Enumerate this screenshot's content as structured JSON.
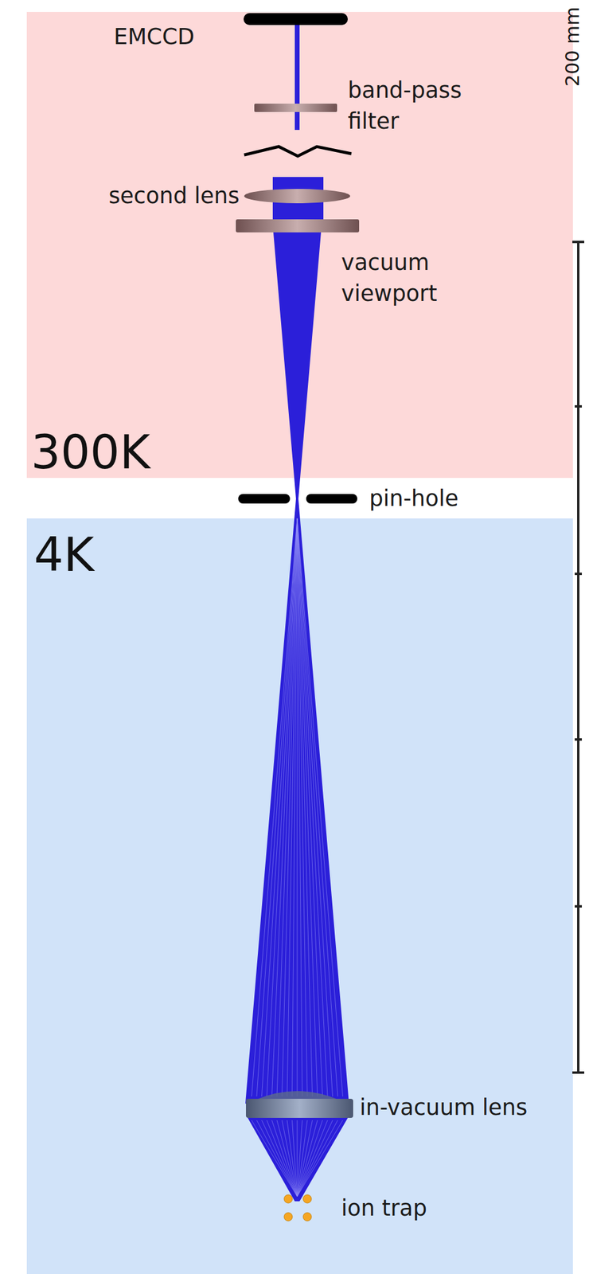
{
  "diagram": {
    "nodes": [
      {
        "text": [
          "300K"
        ]
      },
      {
        "text": [
          "4K"
        ]
      }
    ],
    "labels": [
      "EMCCD",
      "band-pass filter",
      "second lens",
      "vacuum viewport",
      "pin-hole",
      "in-vacuum lens",
      "ion trap",
      "200 mm"
    ]
  }
}
